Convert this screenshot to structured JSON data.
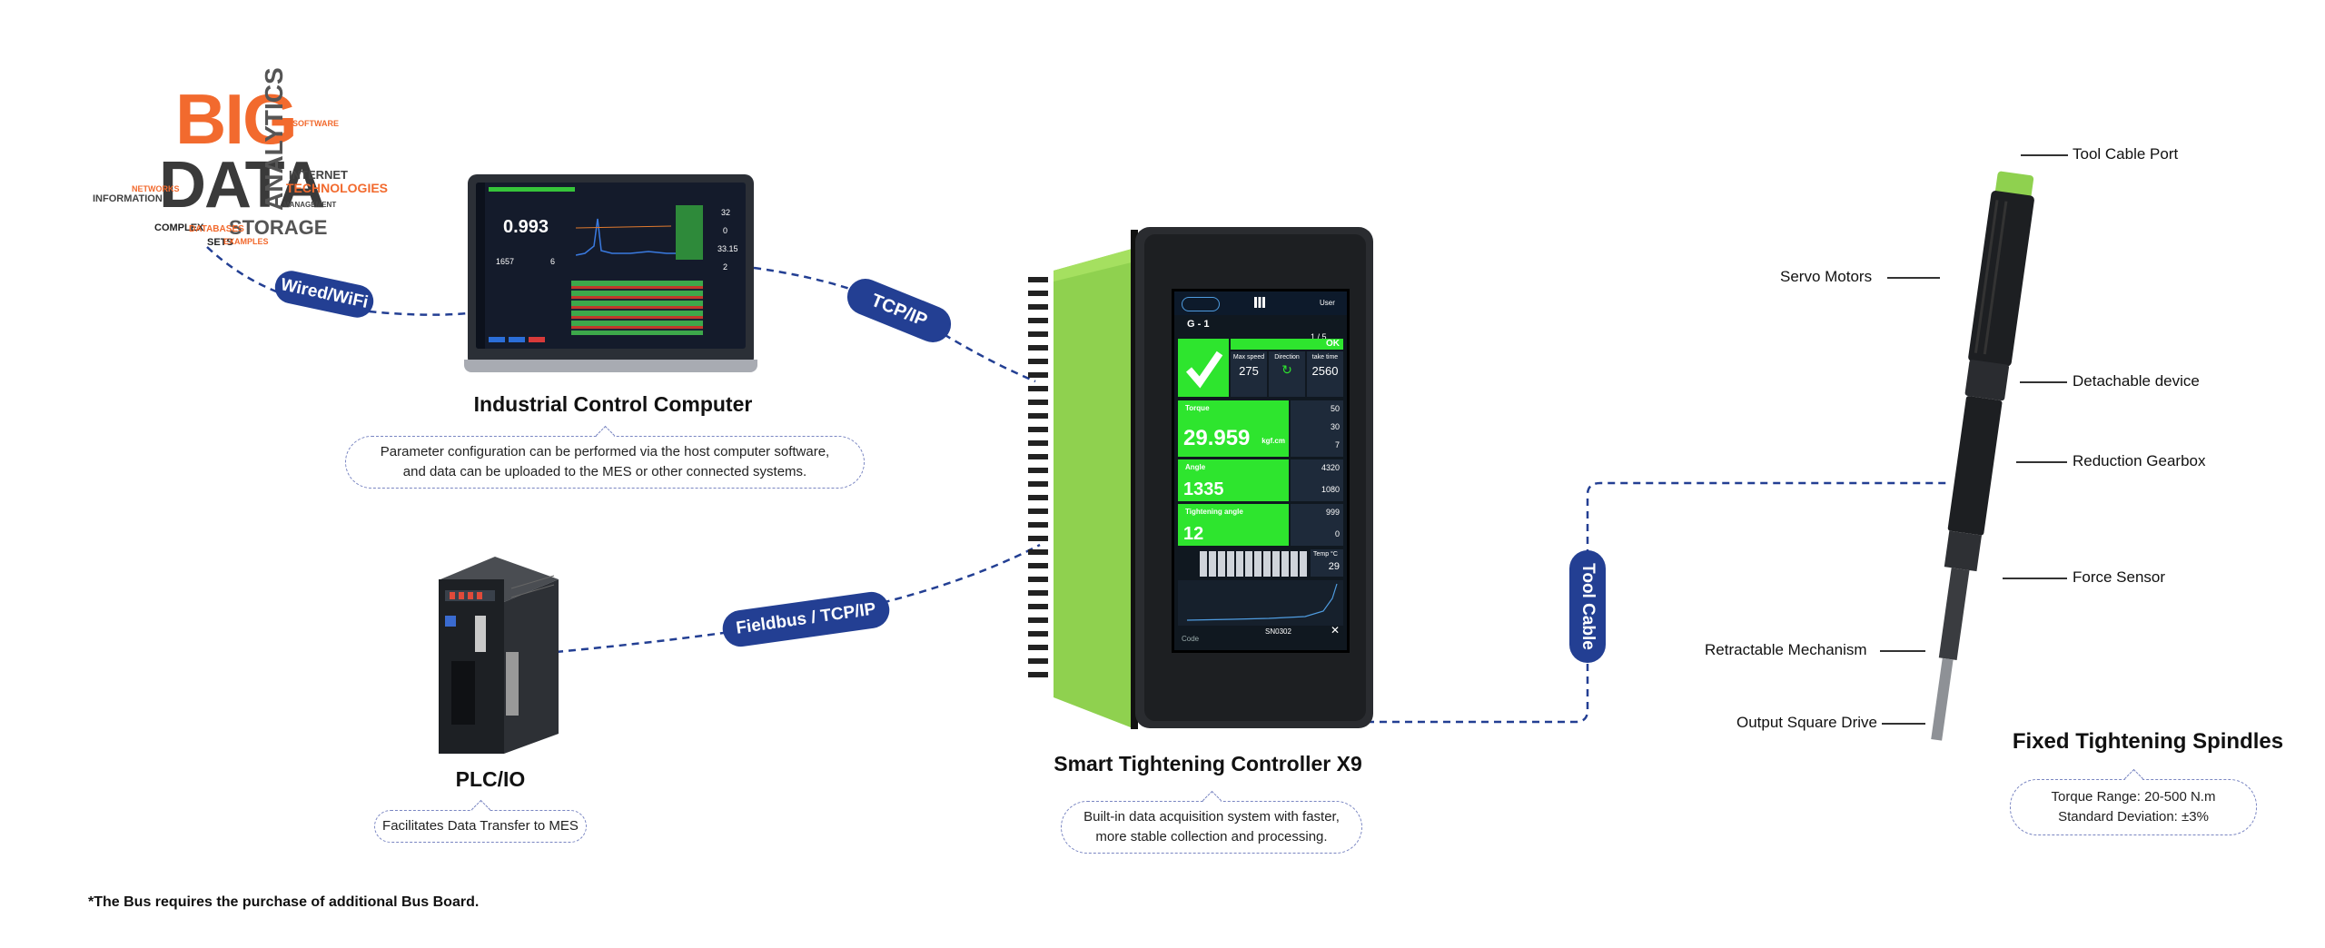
{
  "wordcloud": {
    "big": "BIG",
    "data": "DATA",
    "analytics": "ANALYTICS",
    "storage": "STORAGE",
    "technologies": "TECHNOLOGIES",
    "internet": "INTERNET",
    "information": "INFORMATION",
    "complex": "COMPLEX",
    "databases": "DATABASES",
    "sets": "SETS",
    "examples": "EXAMPLES",
    "software": "SOFTWARE",
    "networks": "NETWORKS",
    "management": "MANAGEMENT"
  },
  "connections": {
    "wired_wifi": "Wired/WiFi",
    "tcp_ip": "TCP/IP",
    "fieldbus": "Fieldbus / TCP/IP",
    "tool_cable": "Tool Cable"
  },
  "computer": {
    "title": "Industrial Control Computer",
    "desc_line1": "Parameter configuration can be performed via the host computer software,",
    "desc_line2": "and data can be uploaded to the MES or other connected systems.",
    "screen_value": "0.993",
    "screen_sub": "1657",
    "screen_sub2": "6",
    "screen_right1": "32",
    "screen_right2": "0",
    "screen_right3": "33.15",
    "screen_right4": "2"
  },
  "plc": {
    "title": "PLC/IO",
    "desc": "Facilitates Data Transfer to MES"
  },
  "controller": {
    "title": "Smart Tightening Controller X9",
    "desc_line1": "Built-in data acquisition system with faster,",
    "desc_line2": "more stable collection and processing.",
    "screen": {
      "group": "G - 1",
      "user": "User",
      "count": "1 / 5",
      "ok": "OK",
      "max_speed_label": "Max speed",
      "max_speed": "275",
      "direction_label": "Direction",
      "take_time_label": "take time",
      "take_time": "2560",
      "torque_label": "Torque",
      "torque": "29.959",
      "torque_unit": "kgf.cm",
      "torque_hi": "50",
      "torque_target": "30",
      "torque_lo": "7",
      "angle_label": "Angle",
      "angle": "1335",
      "angle_hi": "4320",
      "angle_lo": "1080",
      "tangle_label": "Tightening angle",
      "tangle": "12",
      "tangle_hi": "999",
      "tangle_lo": "0",
      "temp_label": "Temp °C",
      "temp": "29",
      "code_label": "Code",
      "sn": "SN0302"
    }
  },
  "spindle": {
    "title": "Fixed Tightening Spindles",
    "spec_line1": "Torque Range: 20-500 N.m",
    "spec_line2": "Standard Deviation: ±3%",
    "parts": {
      "tool_cable_port": "Tool Cable Port",
      "servo_motors": "Servo Motors",
      "detachable_device": "Detachable device",
      "reduction_gearbox": "Reduction Gearbox",
      "force_sensor": "Force Sensor",
      "retractable_mechanism": "Retractable Mechanism",
      "output_square_drive": "Output Square Drive"
    }
  },
  "footnote": "*The Bus requires the purchase of additional Bus Board.",
  "colors": {
    "navy": "#233f93",
    "green": "#8fd14f",
    "screen_green": "#2ee52e",
    "orange": "#f26a2e"
  }
}
